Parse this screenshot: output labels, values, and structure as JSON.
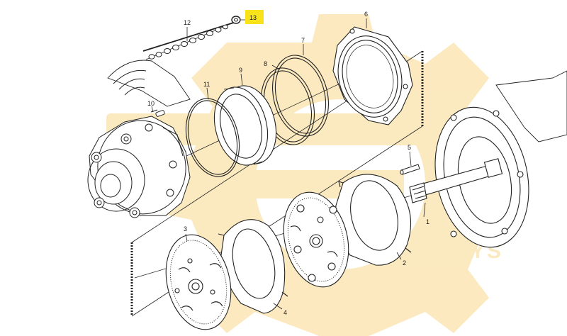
{
  "watermark": {
    "brand": "DALYS",
    "color": "#f6c65a"
  },
  "highlight": {
    "label": "13",
    "color": "#f7e21c"
  },
  "callouts": {
    "c1": "1",
    "c2": "2",
    "c3": "3",
    "c4": "4",
    "c5": "5",
    "c6": "6",
    "c7": "7",
    "c8": "8",
    "c9": "9",
    "c10": "10",
    "c11": "11",
    "c12": "12",
    "c13": "13"
  }
}
